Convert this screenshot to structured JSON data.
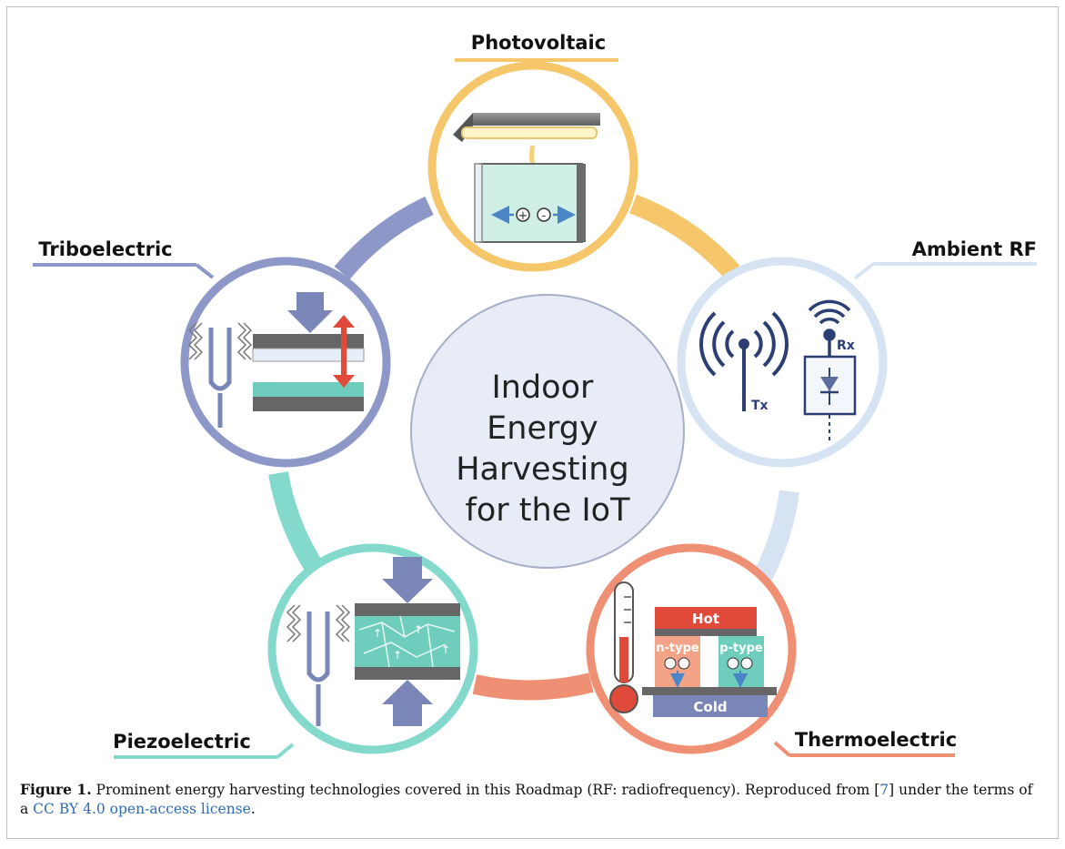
{
  "diagram": {
    "center": [
      "Indoor",
      "Energy",
      "Harvesting",
      "for the IoT"
    ],
    "nodes": {
      "photovoltaic": {
        "label": "Photovoltaic",
        "color": "#f5c76a"
      },
      "ambient_rf": {
        "label": "Ambient RF",
        "color": "#d5e3f2",
        "tx": "Tx",
        "rx": "Rx"
      },
      "thermoelectric": {
        "label": "Thermoelectric",
        "color": "#ef8f73",
        "hot": "Hot",
        "cold": "Cold",
        "n_type": "n-type",
        "p_type": "p-type"
      },
      "piezoelectric": {
        "label": "Piezoelectric",
        "color": "#84d9cd"
      },
      "triboelectric": {
        "label": "Triboelectric",
        "color": "#8d98c9"
      }
    }
  },
  "caption": {
    "figure": "Figure 1.",
    "text1": " Prominent energy harvesting technologies covered in this Roadmap (RF: radiofrequency). Reproduced from [",
    "ref": "7",
    "text2": "] under the terms of a ",
    "link": "CC BY 4.0 open-access license",
    "text3": "."
  }
}
